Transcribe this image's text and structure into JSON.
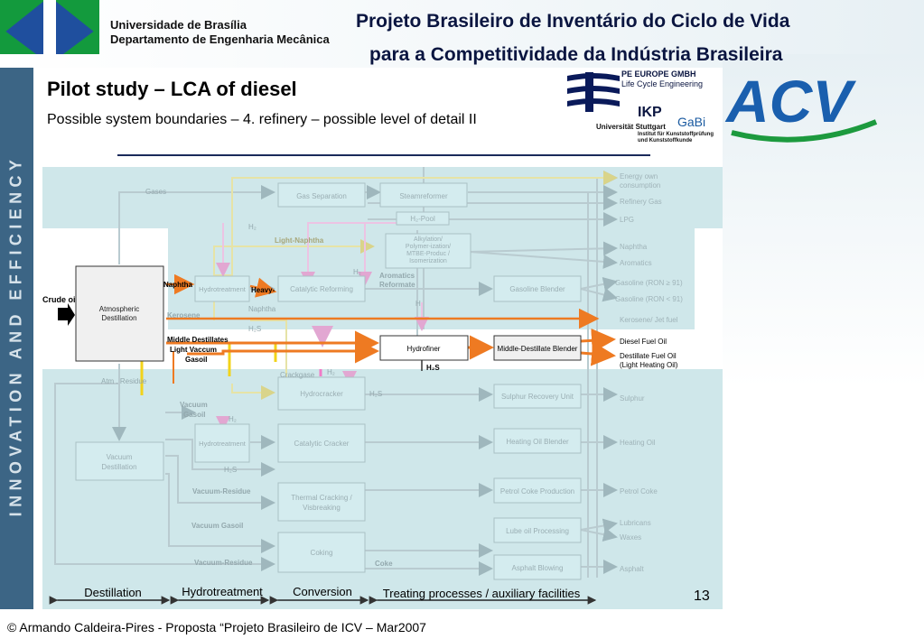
{
  "header": {
    "university_line1": "Universidade de Brasília",
    "university_line2": "Departamento de Engenharia Mecânica",
    "project_line1": "Projeto Brasileiro de Inventário do Ciclo de Vida",
    "project_line2": "para a Competitividade da Indústria Brasileira"
  },
  "sidebar_text": "INNOVATION AND EFFICIENCY",
  "slide": {
    "title": "Pilot study – LCA of diesel",
    "subtitle": "Possible system boundaries – 4. refinery – possible level of detail II",
    "page_number": "13"
  },
  "logos": {
    "pe_line1": "PE EUROPE GMBH",
    "pe_line2": "Life Cycle Engineering",
    "ikp": "IKP",
    "gabi": "GaBi",
    "university": "Universität Stuttgart",
    "institute_line1": "Institut für Kunststoffprüfung",
    "institute_line2": "und Kunststoffkunde",
    "acv": "ACV"
  },
  "colors": {
    "sidebar": "#3c6585",
    "fade": "#cfe7ea",
    "highlight_arrow": "#ee7a22",
    "yellow": "#f2d31a",
    "pink": "#f07cc8",
    "acv_blue": "#1a5fae",
    "unb_blue": "#1f4f9e",
    "unb_green": "#139a3d"
  },
  "diagram": {
    "crude_oil": "Crude oil",
    "boxes": {
      "atmospheric": [
        "Atmospheric",
        "Destillation"
      ],
      "gas_separation": "Gas Separation",
      "steamreformer": "Steamreformer",
      "h2_pool": "H₂-Pool",
      "alkylation": [
        "Alkylation/",
        "Polymer-ization/",
        "MTBE-Produc /",
        "Isomerization"
      ],
      "hydrotreatment_top": "Hydrotreatment",
      "catalytic_reforming": "Catalytic Reforming",
      "gasoline_blender": "Gasoline Blender",
      "hydrofiner": "Hydrofiner",
      "middle_distillate_blender": "Middle-Destillate Blender",
      "hydrocracker": "Hydrocracker",
      "sulphur_recovery": "Sulphur Recovery Unit",
      "vacuum": [
        "Vacuum",
        "Destillation"
      ],
      "hydrotreatment_mid": "Hydrotreatment",
      "catalytic_cracker": "Catalytic Cracker",
      "heating_oil_blender": "Heating Oil Blender",
      "thermal_cracking": [
        "Thermal Cracking /",
        "Visbreaking"
      ],
      "petrol_coke": "Petrol Coke Production",
      "lube_oil": "Lube oil Processing",
      "coking": "Coking",
      "asphalt_blowing": "Asphalt Blowing"
    },
    "stream_labels": {
      "gases": "Gases",
      "h2_a": "H₂",
      "light_naphtha": "Light-Naphtha",
      "naphtha": "Naphtha",
      "heavy": "Heavy-",
      "naphtha2": "Naphtha",
      "h2_b": "H₂",
      "aromatics_reformate": [
        "Aromatics",
        "Reformate"
      ],
      "h_c": "H",
      "kerosene": "Kerosene",
      "h2s_a": "H₂S",
      "middle_distillates": "Middle Destillates",
      "light_vaccum": "Light Vaccum",
      "gasoil": "Gasoil",
      "h2s_b": "H₂S",
      "crackgases": "Crackgase",
      "h2_d": "H₂",
      "h2s_c": "H₂S",
      "atm_residue": "Atm . Residue",
      "vacuum_gasoil": [
        "Vacuum",
        "Gasoil"
      ],
      "h2_e": "H₂",
      "h2s_d": "H₂S",
      "vacuum_residue_a": "Vacuum-Residue",
      "vacuum_gasoil_b": "Vacuum Gasoil",
      "vacuum_residue_b": "Vacuum-Residue",
      "coke": "Coke"
    },
    "outputs": {
      "energy": [
        "Energy own",
        "consumption"
      ],
      "refinery_gas": "Refinery Gas",
      "lpg": "LPG",
      "naphtha": "Naphtha",
      "aromatics": "Aromatics",
      "gasoline_91a": "Gasoline (RON ≥ 91)",
      "gasoline_91b": "Gasoline (RON < 91)",
      "kerosene_jet": "Kerosene/ Jet fuel",
      "diesel": "Diesel Fuel Oil",
      "distillate": [
        "Destillate Fuel Oil",
        "(Light Heating Oil)"
      ],
      "sulphur": "Sulphur",
      "heating_oil": "Heating Oil",
      "petrol_coke": "Petrol Coke",
      "lubricants": "Lubricans",
      "waxes": "Waxes",
      "asphalt": "Asphalt"
    },
    "stages": {
      "destillation": "Destillation",
      "hydrotreatment": "Hydrotreatment",
      "conversion": "Conversion",
      "treating": "Treating processes / auxiliary facilities"
    }
  },
  "footer": "© Armando Caldeira-Pires - Proposta “Projeto Brasileiro de ICV – Mar2007"
}
